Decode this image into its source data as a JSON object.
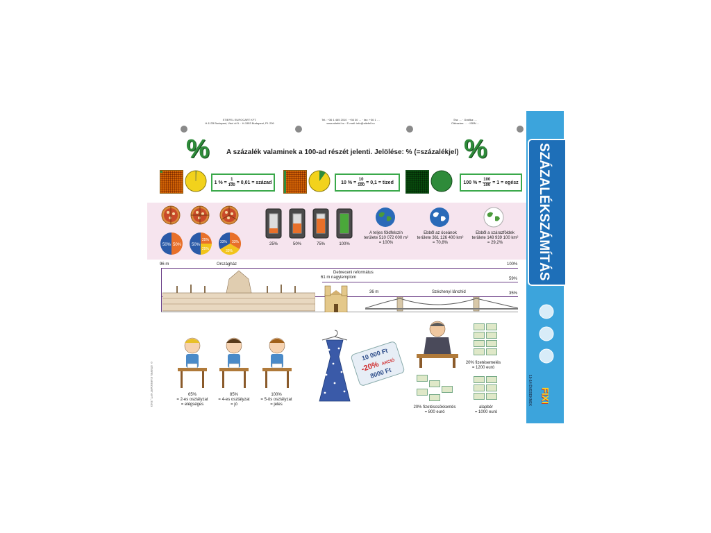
{
  "header": {
    "col1": [
      "STIEFEL EUROCART KFT.",
      "H-1133 Budapest, Váci út 5. · H-1553 Budapest, Pf. 209"
    ],
    "col2": [
      "Tel.: +36 1 465 2010 · +36 30 … · fax: +36 1 …",
      "www.stiefel.hu · E-mail: info@stiefel.hu"
    ],
    "col3": [
      "Írta: ... · Grafika: ...",
      "Cikkszám: ... · ISBN ..."
    ]
  },
  "title": "A százalék valaminek a 100-ad részét jelenti. Jelölése: % (=százalékjel)",
  "percent_symbol": "%",
  "formulas": [
    {
      "left": "1 % =",
      "num": "1",
      "den": "100",
      "right": "= 0,01 = század"
    },
    {
      "left": "10 % =",
      "num": "10",
      "den": "100",
      "right": "= 0,1 = tized"
    },
    {
      "left": "100 % =",
      "num": "100",
      "den": "100",
      "right": "= 1 = egész"
    }
  ],
  "pies": {
    "half": "50%",
    "third": "33%",
    "quarter": "25%"
  },
  "batteries": [
    "25%",
    "50%",
    "75%",
    "100%"
  ],
  "globes": [
    {
      "line1": "A teljes földfelszín",
      "line2": "területe 510 072 000 m²",
      "line3": "= 100%"
    },
    {
      "line1": "Ebből az óceánok",
      "line2": "területe 361 126 400 km²",
      "line3": "= 70,8%"
    },
    {
      "line1": "Ebből a szárazföldek",
      "line2": "területe 148 939 100 km²",
      "line3": "= 29,2%"
    }
  ],
  "buildings": {
    "parliament_height": "96 m",
    "parliament_name": "Országház",
    "p100": "100%",
    "church_name": "Debreceni református",
    "church_height": "61 m nagytemplom",
    "p59": "59%",
    "bridge_height": "36 m",
    "bridge_name": "Széchenyi lánchíd",
    "p35": "35%"
  },
  "grades": [
    {
      "pct": "65%",
      "l1": "= 2-es osztályzat",
      "l2": "= elégséges"
    },
    {
      "pct": "85%",
      "l1": "= 4-es osztályzat",
      "l2": "= jó"
    },
    {
      "pct": "100%",
      "l1": "= 5-ös osztályzat",
      "l2": "= jeles"
    }
  ],
  "price": {
    "old": "10 000 Ft",
    "discount": "-20%",
    "sale": "AKCIÓ",
    "new": "8000 Ft"
  },
  "salary": {
    "raise_l1": "20% fizetésemelés",
    "raise_l2": "= 1200 euró",
    "cut_l1": "20% fizetéscsökkentés",
    "cut_l2": "= 800 euró",
    "base_l1": "alapbér",
    "base_l2": "= 1000 euró"
  },
  "sidebar": {
    "title": "SZÁZALÉKSZÁMÍTÁS",
    "age": "10-14 ÉVESEKNEK",
    "brand": "FIXI",
    "copyright": "© STIEFEL EUROCART KFT., 2013"
  },
  "colors": {
    "green": "#3aa84a",
    "sidebar": "#3ca4dc",
    "sidebar_dark": "#1e6fb8",
    "yellow": "#f2d21c",
    "orange": "#e8a020",
    "purple": "#6a3d86"
  }
}
